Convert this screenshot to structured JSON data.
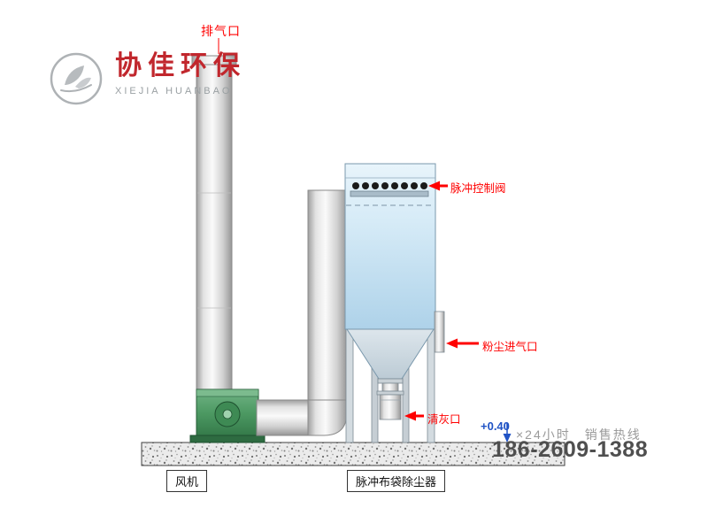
{
  "logo": {
    "name_cn": "协佳环保",
    "name_en": "XIEJIA HUANBAO",
    "brand_red": "#c1272d"
  },
  "diagram": {
    "labels": {
      "exhaust_outlet": "排气口",
      "pulse_control_valve": "脉冲控制阀",
      "dust_inlet": "粉尘进气口",
      "ash_port": "清灰口",
      "elevation": "+0.40"
    },
    "captions": {
      "fan": "风机",
      "dust_collector": "脉冲布袋除尘器"
    },
    "colors": {
      "annotation_red": "#ff0000",
      "elevation_blue": "#2053c5",
      "collector_blue": "#bcdcf0",
      "fan_green": "#4d9a63",
      "metal_gray": "#d0d0d0"
    }
  },
  "hotline": {
    "caption": "×24小时　销售热线",
    "phone": "186-2609-1388"
  }
}
